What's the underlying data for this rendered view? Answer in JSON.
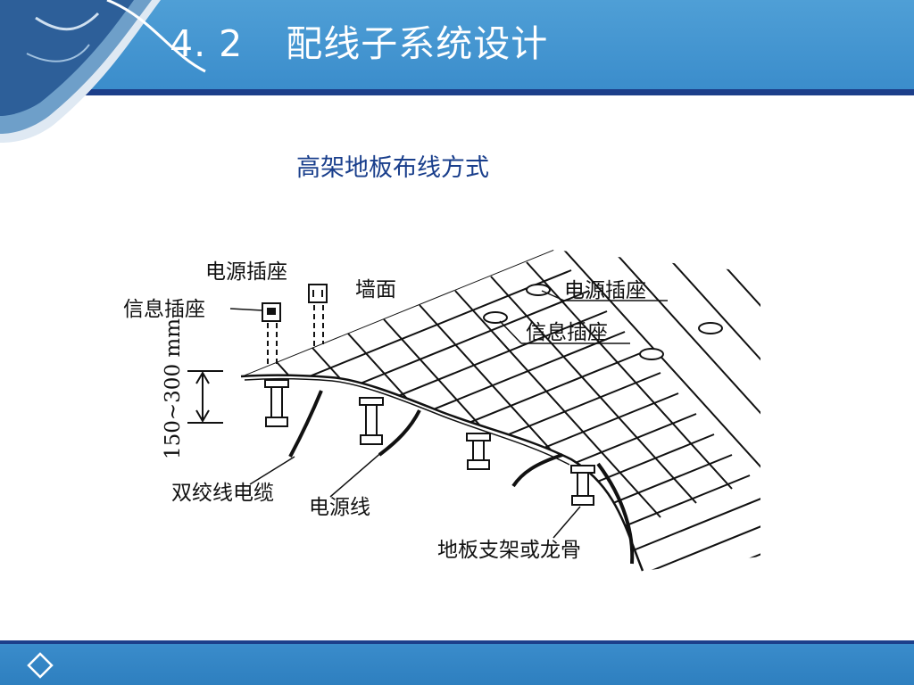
{
  "slide": {
    "section_number": "4. 2",
    "title": "配线子系统设计"
  },
  "diagram": {
    "title": "高架地板布线方式",
    "labels": {
      "power_socket_wall": "电源插座",
      "info_socket_wall": "信息插座",
      "wall": "墙面",
      "power_socket_floor": "电源插座",
      "info_socket_floor": "信息插座",
      "height_range": "150~300 mm",
      "twisted_pair": "双绞线电缆",
      "power_line": "电源线",
      "floor_support": "地板支架或龙骨"
    }
  },
  "colors": {
    "header_blue": "#3a8ccb",
    "header_dark_line": "#1c3f8a",
    "title_blue": "#1a3f8c"
  },
  "icons": [
    "diamond-icon"
  ]
}
